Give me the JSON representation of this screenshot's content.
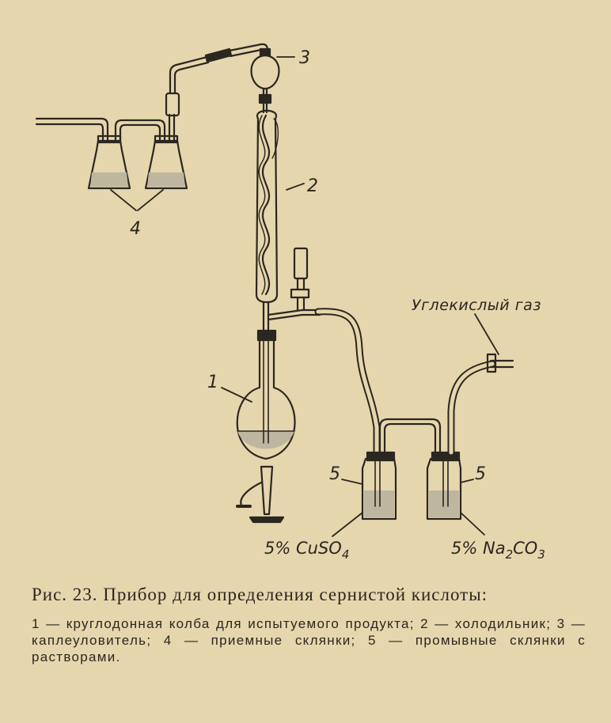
{
  "labels": {
    "l1": "1",
    "l2": "2",
    "l3": "3",
    "l4": "4",
    "l5a": "5",
    "l5b": "5",
    "gas": "Углекислый газ",
    "cuso4_prefix": "5% CuSO",
    "cuso4_sub": "4",
    "na2co3_prefix": "5% Na",
    "na2co3_sub1": "2",
    "na2co3_mid": "CO",
    "na2co3_sub2": "3"
  },
  "caption": {
    "title": "Рис. 23. Прибор для определения сернистой кислоты:",
    "legend": "1 — круглодонная колба для испытуемого продукта; 2 — холодильник; 3 — каплеуловитель; 4 — приемные склянки; 5 — промывные склянки с растворами."
  },
  "colors": {
    "background": "#e6d6ad",
    "ink": "#2b2620",
    "liquid": "#bfb6a0"
  }
}
